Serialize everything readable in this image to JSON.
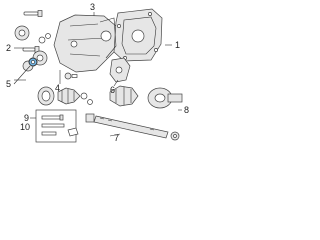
{
  "callouts": {
    "c1": "1",
    "c2": "2",
    "c3": "3",
    "c4": "4",
    "c5": "5",
    "c6": "6",
    "c7": "7",
    "c8": "8",
    "c9": "9",
    "c10": "10"
  },
  "colors": {
    "highlight": "#6fb3e3",
    "line": "#333333"
  }
}
